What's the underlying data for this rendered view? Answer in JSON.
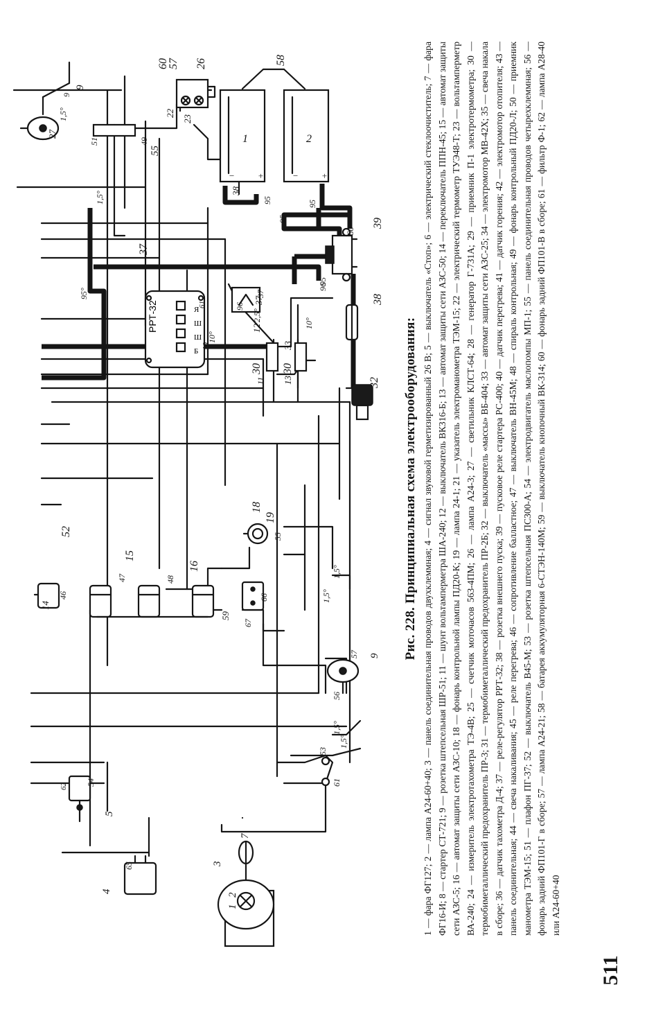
{
  "figure": {
    "caption_title": "Рис. 228. Принципиальная схема электрооборудования:",
    "legend_text": "1 — фара ФГ127; 2 — лампа А24-60+40; 3 — панель соединительная проводов двухклеммная; 4 — сигнал звуковой герметизированный 26 В; 5 — выключатель «Стоп»; 6 — электрический стеклоочиститель; 7 — фара ФГ16-И; 8 — стартер СТ-721; 9 — розетка штепсельная ШР-51; 11 — шунт вольтамперметра ША-240; 12 — выключатель ВК316-Б; 13 — автомат защиты сети АЗС-50; 14 — переключатель ППН-45; 15 — автомат защиты сети АЗС-5; 16 — автомат защиты сети АЗС-10; 18 — фонарь контрольной лампы ПД20-К; 19 — лампа 24-1; 21 — указатель электроманометра ТЭМ-15; 22 — электрический термометр ТУЭ48-Т; 23 — вольтамперметр ВА-240; 24 — измеритель электротахометра ТЭ-4В; 25 — счетчик моточасов 563-4ПМ; 26 — лампа А24-3; 27 — светильник КЛСТ-64; 28 — генератор Г-731А; 29 — приемник П-1 электротермометра; 30 — термобиметаллический предохранитель ПР-3; 31 — термобиметаллический предохранитель ПР-2Б; 32 — выключатель «массы» ВБ-404; 33 — автомат защиты сети АЗС-25; 34 — электромотор МВ-42Х; 35 — свеча накала в сборе; 36 — датчик тахометра Д-4; 37 — реле-регулятор РРТ-32; 38 — розетка внешнего пуска; 39 — пусковое реле стартера РС-400; 40 — датчик перегрева; 41 — датчик горения; 42 — электромотор отопителя; 43 — панель соединительная; 44 — свеча накаливания; 45 — реле перегрева; 46 — сопротивление балластное; 47 — выключатель ВН-45М; 48 — спираль контрольная; 49 — фонарь контрольный ПД20-Л; 50 — приемник манометра ТЭМ-15; 51 — плафон ПГ-37; 52 — выключатель В45-М; 53 — розетка штепсельная ПС300-А; 54 — электродвигатель маслопомпы МП-1; 55 — панель соединительная проводов четырехклеммная; 56 — фонарь задний ФП101-Г в сборе; 57 — лампа А24-21; 58 — батарея аккумуляторная 6-СТЭН-140М; 59 — выключатель кнопочный ВК-314; 60 — фонарь задний ФП101-В в сборе; 61 — фильтр Ф-1; 62 — лампа А28-40 или А24-60+40",
    "page_number": "511"
  },
  "diagram": {
    "relay_label": "РРТ-32",
    "relay_terminals": [
      "Я",
      "Ш",
      "Ш",
      "Б"
    ],
    "wire_labels": [
      "1,5°",
      "1,5°",
      "1,5°",
      "1,5°",
      "1,5°",
      "1,5°",
      "2,5°",
      "95°",
      "10°",
      "10°",
      "95",
      "95",
      "95",
      "95",
      "96",
      "96"
    ],
    "battery_labels": [
      "1",
      "2"
    ],
    "battery_polarity": [
      "−",
      "+",
      "−",
      "+"
    ],
    "callouts": [
      "1",
      "2",
      "3",
      "4",
      "5",
      "7",
      "9",
      "9",
      "12",
      "13",
      "14",
      "15",
      "16",
      "18",
      "19",
      "22",
      "23",
      "26",
      "27",
      "30",
      "30",
      "32",
      "33",
      "37",
      "37",
      "38",
      "38",
      "39",
      "46",
      "47",
      "48",
      "49",
      "51",
      "52",
      "53",
      "54",
      "55",
      "55",
      "56",
      "57",
      "57",
      "58",
      "59",
      "60",
      "60",
      "61",
      "61",
      "62",
      "65",
      "66",
      "67",
      "9",
      "11",
      "10",
      "37"
    ]
  }
}
